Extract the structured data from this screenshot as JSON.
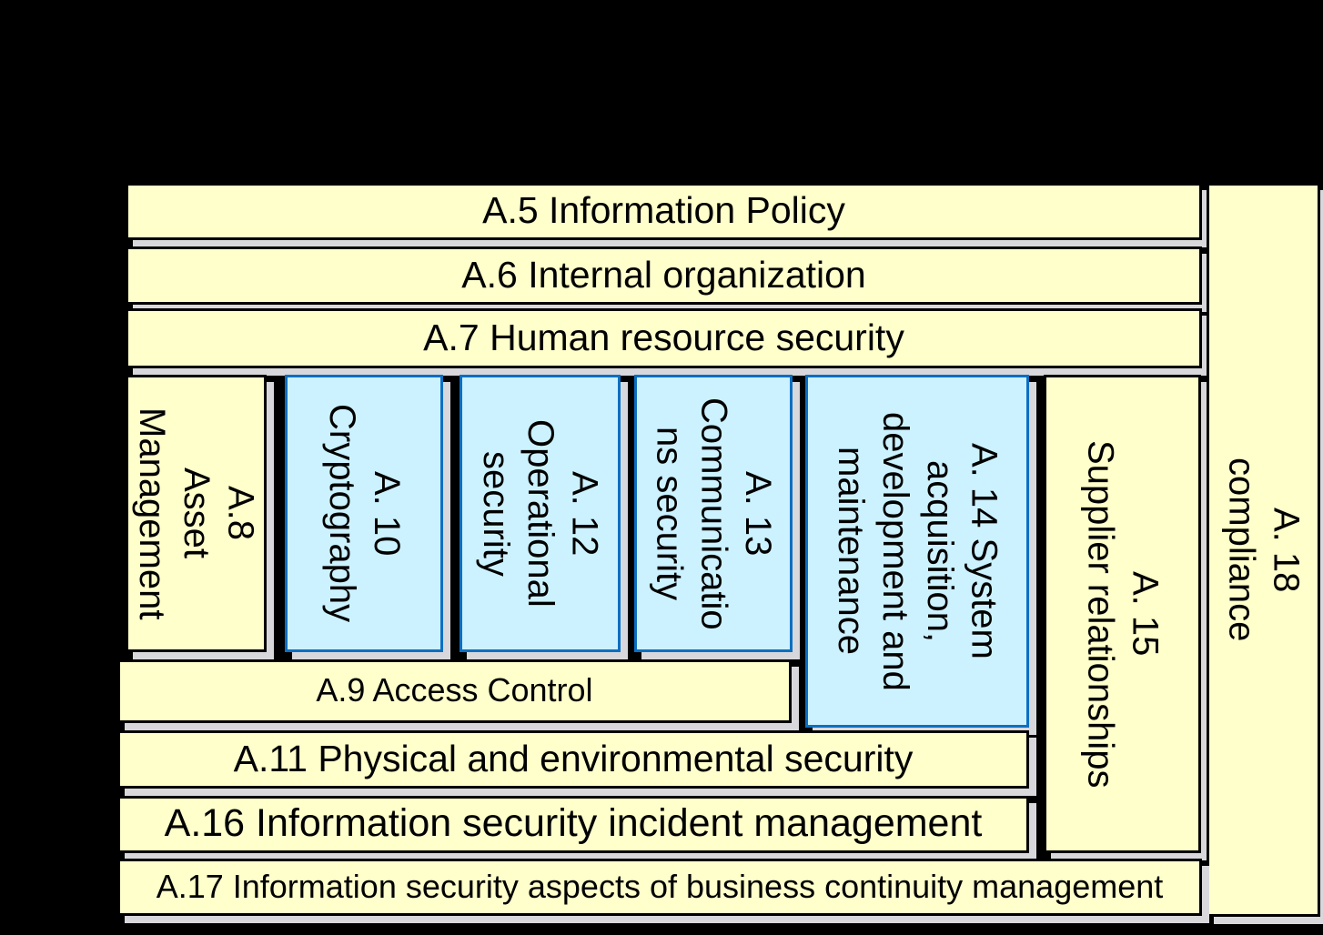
{
  "colors": {
    "background": "#000000",
    "yellow_fill": "#FFFFCC",
    "blue_fill": "#CCF2FF",
    "blue_border": "#0D6FC2",
    "black_border": "#000000",
    "shadow": "#D8D8DC",
    "text": "#000000"
  },
  "rows_top": [
    {
      "id": "a5",
      "label": "A.5 Information Policy"
    },
    {
      "id": "a6",
      "label": "A.6 Internal organization"
    },
    {
      "id": "a7",
      "label": "A.7 Human resource security"
    }
  ],
  "columns": [
    {
      "id": "a8",
      "style": "yellow",
      "lines": [
        "A.8",
        "Asset",
        "Management"
      ]
    },
    {
      "id": "a10",
      "style": "blue",
      "lines": [
        "A. 10",
        "Cryptography"
      ]
    },
    {
      "id": "a12",
      "style": "blue",
      "lines": [
        "A. 12",
        "Operational",
        "security"
      ]
    },
    {
      "id": "a13",
      "style": "blue",
      "lines": [
        "A. 13",
        "Communicatio",
        "ns security"
      ]
    },
    {
      "id": "a14",
      "style": "blue",
      "lines": [
        "A. 14 System",
        "acquisition,",
        "development and",
        "maintenance"
      ]
    },
    {
      "id": "a15",
      "style": "yellow",
      "lines": [
        "A. 15",
        "Supplier relationships"
      ]
    },
    {
      "id": "a18",
      "style": "yellow",
      "lines": [
        "A. 18",
        "compliance"
      ]
    }
  ],
  "rows_bottom": [
    {
      "id": "a9",
      "label": "A.9 Access Control"
    },
    {
      "id": "a11",
      "label": "A.11 Physical and environmental security"
    },
    {
      "id": "a16",
      "label": "A.16 Information security incident management"
    },
    {
      "id": "a17",
      "label": "A.17 Information security aspects of business continuity management"
    }
  ]
}
